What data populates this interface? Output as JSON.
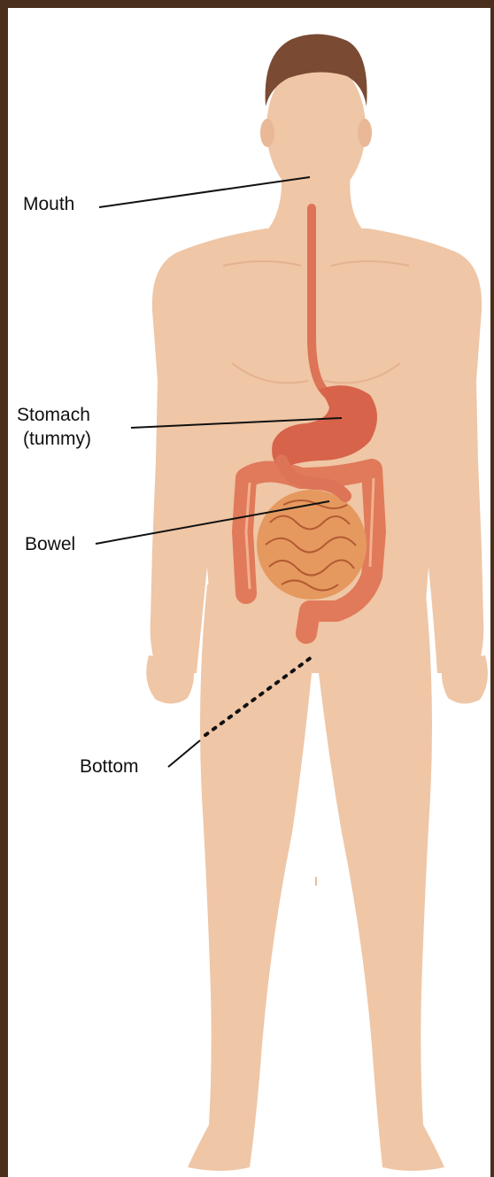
{
  "labels": {
    "mouth": "Mouth",
    "stomach_line1": "Stomach",
    "stomach_line2": "(tummy)",
    "bowel": "Bowel",
    "bottom": "Bottom"
  },
  "colors": {
    "frame": "#4a2f1d",
    "skin": "#efc6a6",
    "skin_shade": "#e5b391",
    "hair": "#7a4a33",
    "stomach": "#d7634a",
    "intestine": "#e0905f",
    "colon": "#e07a5a",
    "leader": "#111111"
  }
}
